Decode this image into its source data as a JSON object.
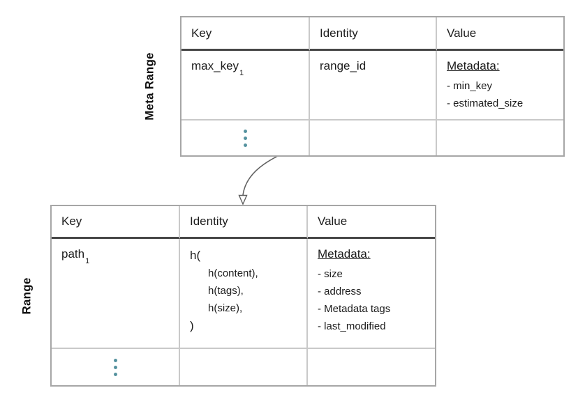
{
  "page": {
    "background": "#ffffff"
  },
  "colors": {
    "dot_accent": "#55929f",
    "table_border_outer": "#a6a6a6",
    "table_border_inner": "#c9c9c9",
    "header_separator": "#474747",
    "arrow": "#5f5f5f",
    "text": "#1c1c1c"
  },
  "tables": [
    {
      "label": "Meta Range",
      "headers": [
        "Key",
        "Identity",
        "Value"
      ],
      "row": {
        "key_base": "max_key",
        "key_subscript": "1",
        "identity": "range_id",
        "value_heading": "Metadata:",
        "value_items": [
          "- min_key",
          "- estimated_size"
        ]
      },
      "ellipsis_dot_count": 3
    },
    {
      "label": "Range",
      "headers": [
        "Key",
        "Identity",
        "Value"
      ],
      "row": {
        "key_base": "path",
        "key_subscript": "1",
        "identity_open": "h(",
        "identity_args": [
          "h(content),",
          "h(tags),",
          "h(size),"
        ],
        "identity_close": ")",
        "value_heading": "Metadata:",
        "value_items": [
          "- size",
          "- address",
          "- Metadata tags",
          "- last_modified"
        ]
      },
      "ellipsis_dot_count": 3
    }
  ]
}
